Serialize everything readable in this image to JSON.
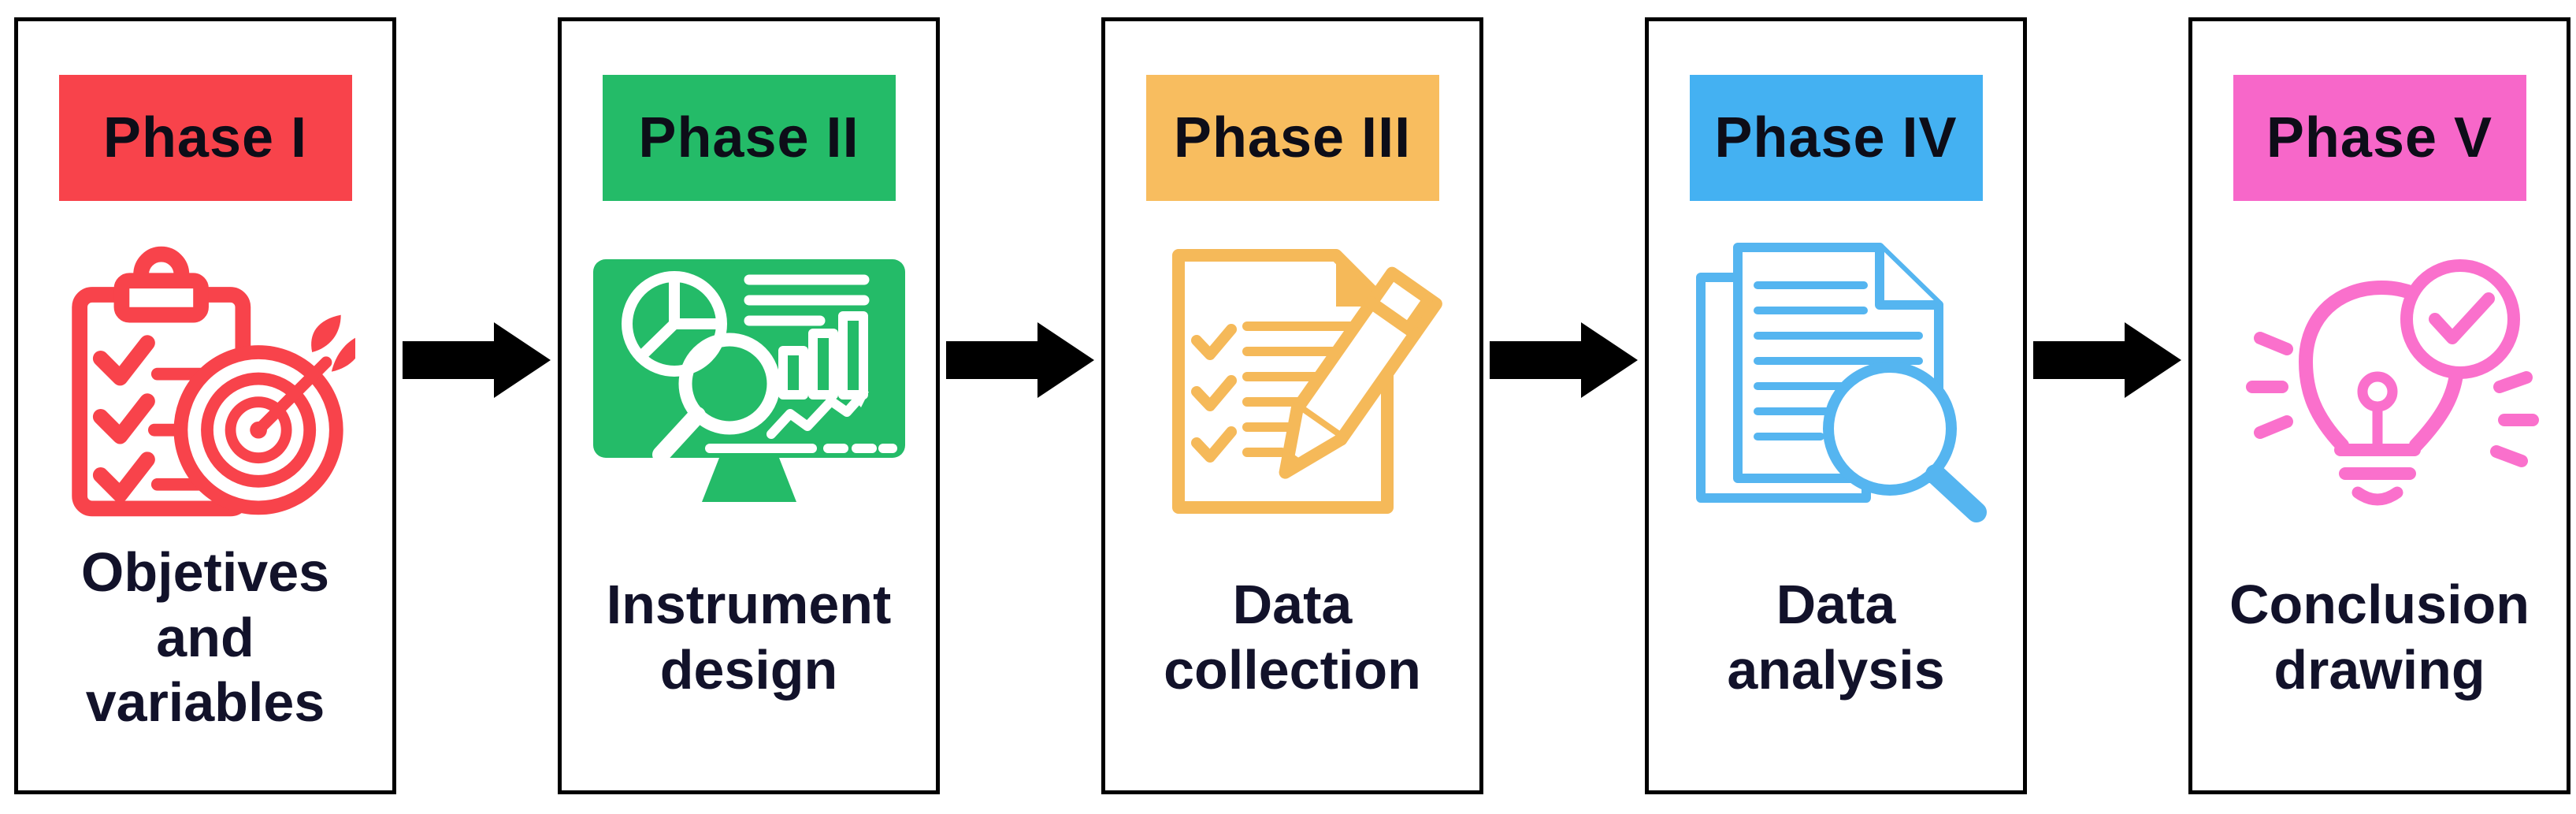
{
  "diagram": {
    "background": "#ffffff",
    "box_border_color": "#000000",
    "text_color": "#12122a",
    "arrows": {
      "color": "#000000",
      "direction": "right",
      "count": 4
    },
    "phases": [
      {
        "label": "Phase I",
        "header_color": "#F8434B",
        "icon": "clipboard-target-icon",
        "icon_color": "#F8434B",
        "caption_lines": [
          "Objetives",
          "and",
          "variables"
        ]
      },
      {
        "label": "Phase II",
        "header_color": "#24BB68",
        "icon": "monitor-analytics-icon",
        "icon_color": "#24BB68",
        "caption_lines": [
          "Instrument",
          "design"
        ]
      },
      {
        "label": "Phase III",
        "header_color": "#F8BD5F",
        "icon": "checklist-pencil-icon",
        "icon_color": "#F5B959",
        "caption_lines": [
          "Data",
          "collection"
        ]
      },
      {
        "label": "Phase IV",
        "header_color": "#44B1F2",
        "icon": "documents-magnifier-icon",
        "icon_color": "#55B5F0",
        "caption_lines": [
          "Data",
          "analysis"
        ]
      },
      {
        "label": "Phase V",
        "header_color": "#F767C9",
        "icon": "lightbulb-check-icon",
        "icon_color": "#FA70CC",
        "caption_lines": [
          "Conclusion",
          "drawing"
        ]
      }
    ]
  }
}
